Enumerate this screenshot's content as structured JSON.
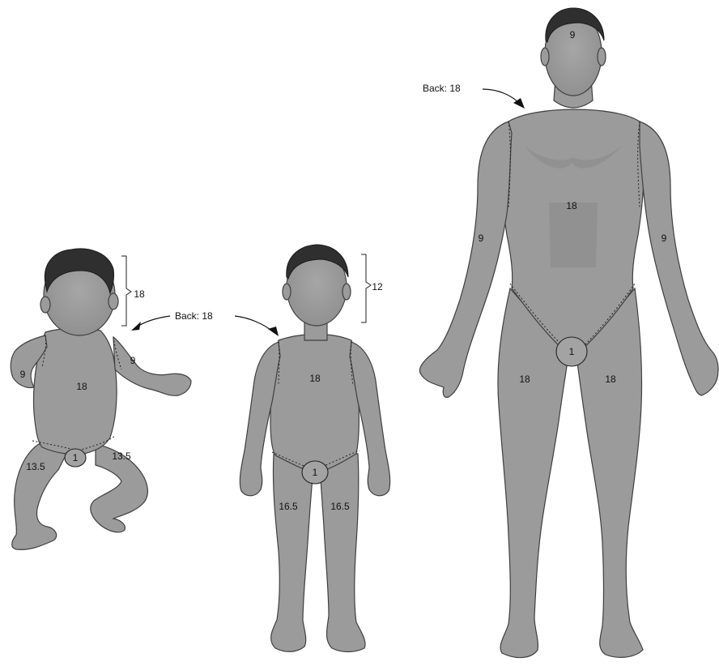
{
  "colors": {
    "skin": "#9b9b9b",
    "outline": "#3f3f3f",
    "hair": "#2f2f2f",
    "background": "#ffffff",
    "text": "#111111"
  },
  "infant": {
    "head": "18",
    "back_label": "Back: 18",
    "left_arm": "9",
    "right_arm": "9",
    "trunk": "18",
    "perineum": "1",
    "left_leg": "13.5",
    "right_leg": "13.5"
  },
  "child": {
    "head": "12",
    "trunk": "18",
    "perineum": "1",
    "left_leg": "16.5",
    "right_leg": "16.5"
  },
  "adult": {
    "head": "9",
    "back_label": "Back: 18",
    "trunk": "18",
    "left_arm": "9",
    "right_arm": "9",
    "perineum": "1",
    "left_leg": "18",
    "right_leg": "18"
  }
}
